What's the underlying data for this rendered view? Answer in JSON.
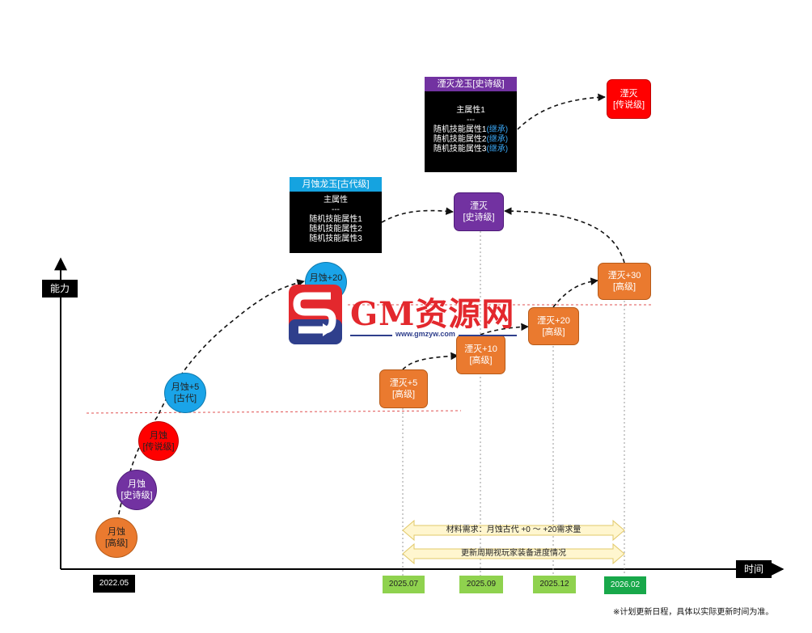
{
  "axes": {
    "y_label": "能力",
    "x_label": "时间"
  },
  "moon_nodes": [
    {
      "name": "月蚀",
      "grade": "[高级]"
    },
    {
      "name": "月蚀",
      "grade": "[史诗级]"
    },
    {
      "name": "月蚀",
      "grade": "[传说级]"
    },
    {
      "name": "月蚀+5",
      "grade": "[古代]"
    },
    {
      "name": "月蚀+20",
      "grade": ""
    }
  ],
  "destroy_nodes": [
    {
      "name": "湮灭+5",
      "grade": "[高级]"
    },
    {
      "name": "湮灭+10",
      "grade": "[高级]"
    },
    {
      "name": "湮灭+20",
      "grade": "[高级]"
    },
    {
      "name": "湮灭+30",
      "grade": "[高级]"
    },
    {
      "name": "湮灭",
      "grade": "[史诗级]"
    },
    {
      "name": "湮灭",
      "grade": "[传说级]"
    }
  ],
  "card_moon_jade": {
    "title": "月蚀龙玉[古代级]",
    "main": "主属性",
    "sep": "---",
    "lines": [
      "随机技能属性1",
      "随机技能属性2",
      "随机技能属性3"
    ]
  },
  "card_destroy_jade": {
    "title": "湮灭龙玉[史诗级]",
    "main": "主属性1",
    "sep": "---",
    "lines": [
      "随机技能属性1",
      "随机技能属性2",
      "随机技能属性3"
    ],
    "inherit": "(继承)"
  },
  "dates": [
    "2022.05",
    "2025.07",
    "2025.09",
    "2025.12",
    "2026.02"
  ],
  "banners": {
    "material": "材料需求：月蚀古代 +0 ～ +20需求量",
    "cycle": "更新周期视玩家装备进度情况"
  },
  "footnote": "※计划更新日程，具体以实际更新时间为准。",
  "watermark": {
    "text": "GM资源网",
    "url": "www.gmzyw.com"
  },
  "colors": {
    "orange": "#ea7a2f",
    "purple": "#7232a1",
    "red": "#ff0000",
    "blue": "#1aa4e8",
    "card_header_blue": "#15a3e0",
    "card_header_purple": "#7232a1",
    "date_green": "#8fd24e",
    "date_dark_green": "#18a84a"
  }
}
